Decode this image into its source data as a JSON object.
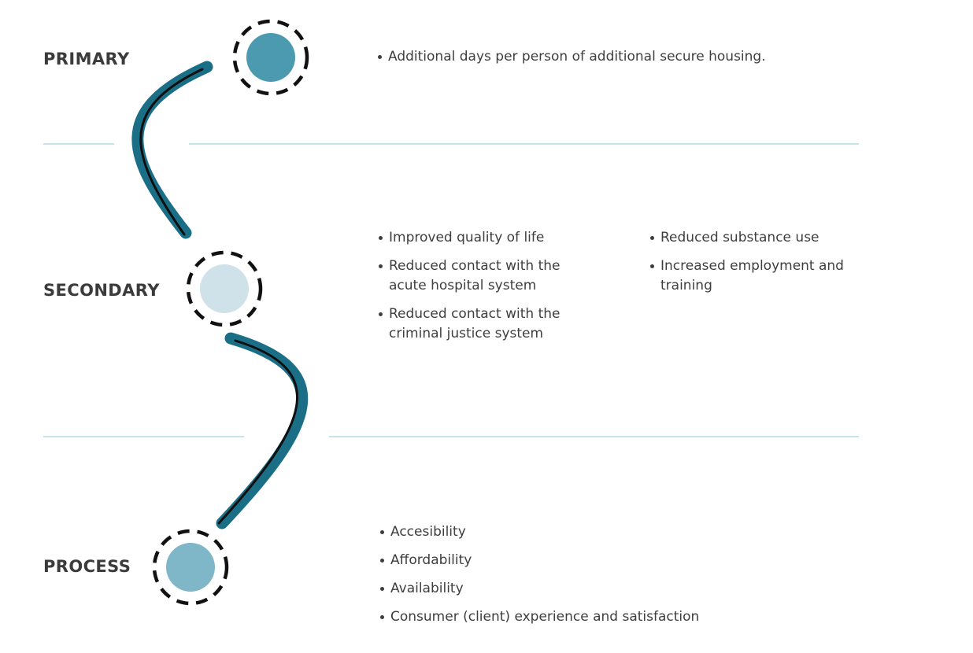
{
  "tiers": {
    "primary": {
      "label": "PRIMARY",
      "items": [
        "Additional days per person of additional secure housing."
      ]
    },
    "secondary": {
      "label": "SECONDARY",
      "items_left": [
        "Improved quality of life",
        "Reduced contact with the acute hospital system",
        "Reduced contact with the criminal justice system"
      ],
      "items_right": [
        "Reduced substance use",
        "Increased employment and training"
      ]
    },
    "process": {
      "label": "PROCESS",
      "items": [
        "Accesibility",
        "Affordability",
        "Availability",
        "Consumer (client) experience and satisfaction"
      ]
    }
  },
  "colors": {
    "primary_dot": "#4b9ab0",
    "secondary_dot": "#cfe2ea",
    "process_dot": "#7fb6c8",
    "path": "#1a6f87",
    "path_line": "#0f0f0f",
    "divider": "#a8d3df",
    "dashed_ring": "#111111",
    "label_text": "#3b3b3b"
  }
}
